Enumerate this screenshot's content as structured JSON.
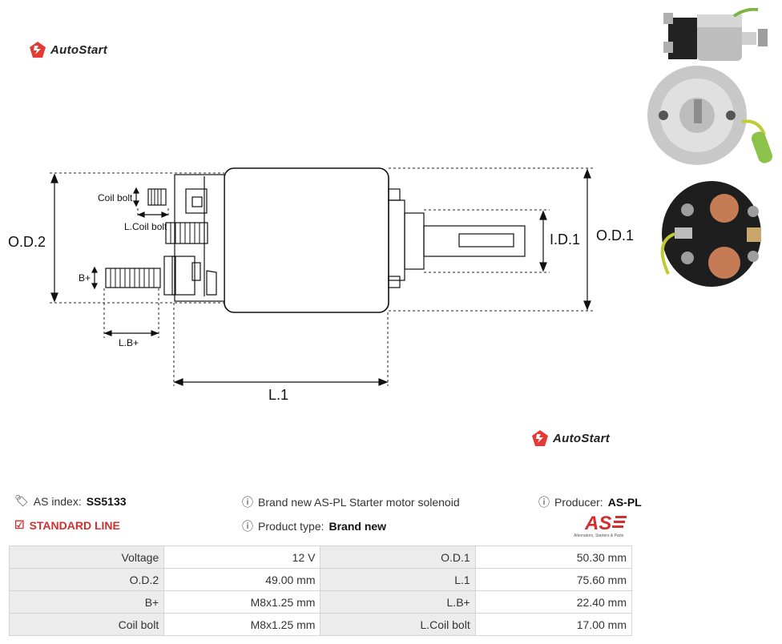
{
  "brand": {
    "name": "AutoStart"
  },
  "drawing": {
    "labels": {
      "coil_bolt": "Coil bolt",
      "l_coil_bolt": "L.Coil bolt",
      "b_plus": "B+",
      "l_b_plus": "L.B+",
      "od2": "O.D.2",
      "id1": "I.D.1",
      "od1": "O.D.1",
      "l1": "L.1"
    }
  },
  "product": {
    "as_index_label": "AS index:",
    "as_index_value": "SS5133",
    "standard_line": "STANDARD LINE",
    "description": "Brand new AS-PL Starter motor solenoid",
    "product_type_label": "Product type:",
    "product_type_value": "Brand new",
    "producer_label": "Producer:",
    "producer_value": "AS-PL",
    "producer_logo_tagline": "Alternators, Starters & Parts"
  },
  "specs": [
    {
      "label": "Voltage",
      "value": "12 V",
      "label2": "O.D.1",
      "value2": "50.30 mm"
    },
    {
      "label": "O.D.2",
      "value": "49.00 mm",
      "label2": "L.1",
      "value2": "75.60 mm"
    },
    {
      "label": "B+",
      "value": "M8x1.25 mm",
      "label2": "L.B+",
      "value2": "22.40 mm"
    },
    {
      "label": "Coil bolt",
      "value": "M8x1.25 mm",
      "label2": "L.Coil bolt",
      "value2": "17.00 mm"
    }
  ],
  "colors": {
    "brand_red": "#e53935",
    "standard_red": "#d32f2f",
    "table_label_bg": "#ececec"
  }
}
